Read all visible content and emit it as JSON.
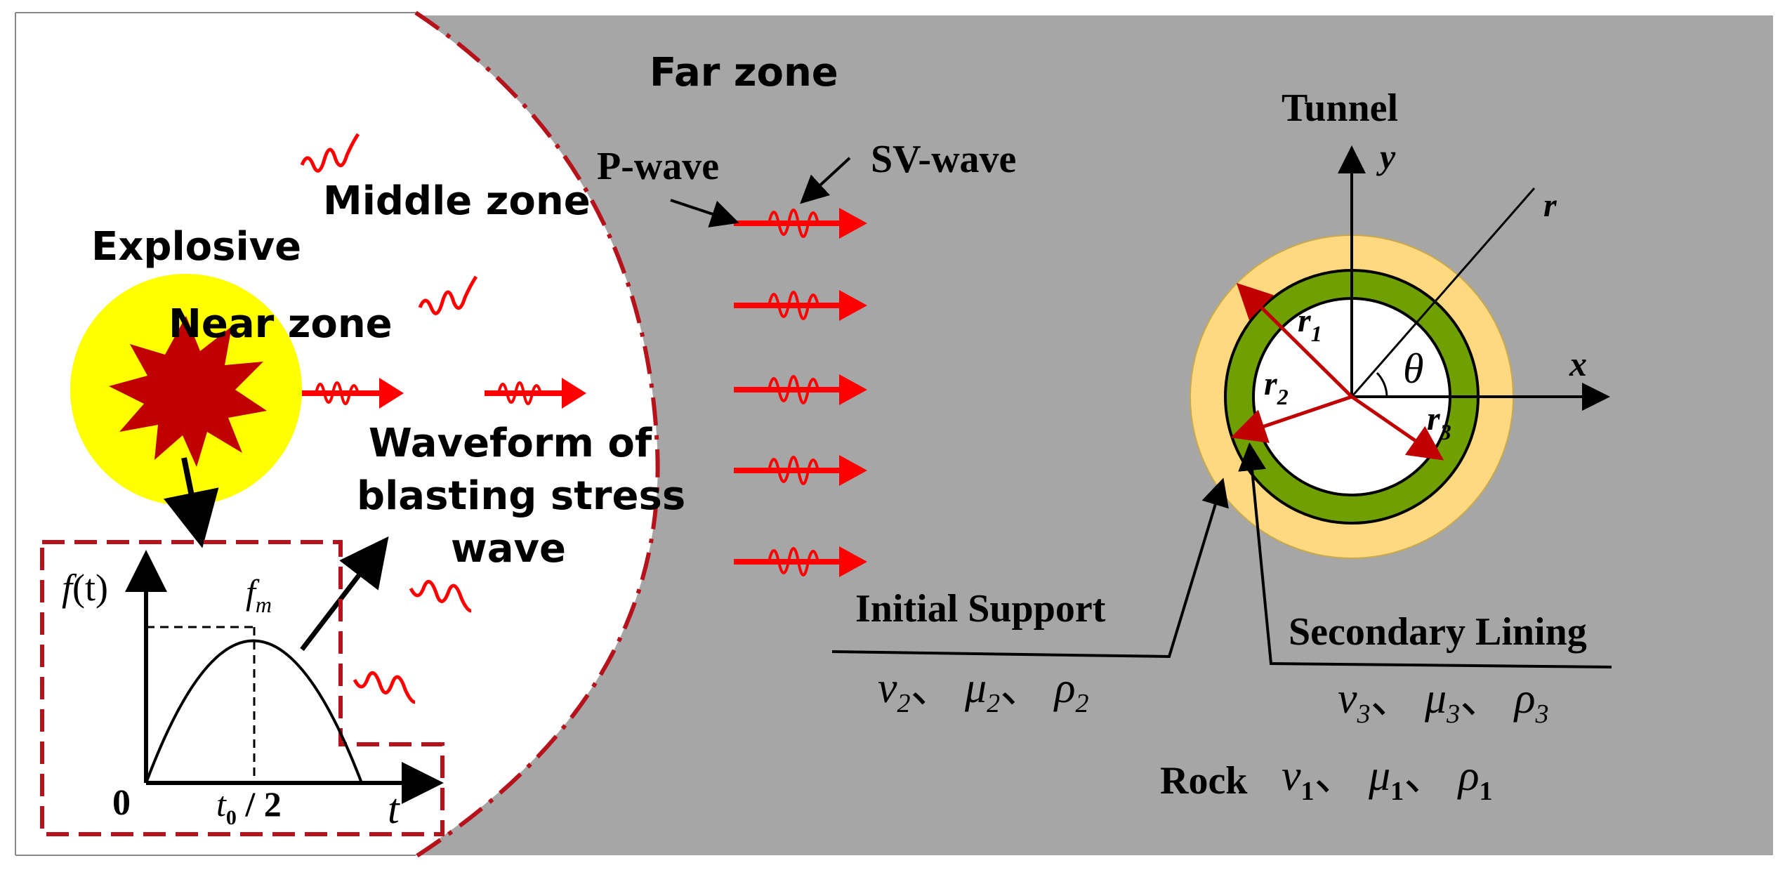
{
  "zones": {
    "far": "Far zone",
    "middle": "Middle zone",
    "near": "Near zone",
    "explosive": "Explosive"
  },
  "waves": {
    "p_wave": "P-wave",
    "sv_wave": "SV-wave"
  },
  "waveform_label": {
    "line1": "Waveform of",
    "line2": "blasting stress",
    "line3": "wave"
  },
  "graph": {
    "f_of_t": "f",
    "f_of_t_arg": "(t)",
    "fm": "f",
    "fm_sub": "m",
    "origin": "0",
    "t0": "t",
    "t0_sub": "0",
    "t0_div": " / 2",
    "t_axis": "t"
  },
  "tunnel": {
    "title": "Tunnel",
    "x_axis": "x",
    "y_axis": "y",
    "r": "r",
    "r1": "r",
    "r1_sub": "1",
    "r2": "r",
    "r2_sub": "2",
    "r3": "r",
    "r3_sub": "3",
    "theta": "θ"
  },
  "labels": {
    "initial_support": "Initial Support",
    "initial_support_params": [
      "ν",
      "2",
      "、 ",
      "μ",
      "2",
      "、 ",
      "ρ",
      "2"
    ],
    "secondary_lining": "Secondary Lining",
    "secondary_lining_params": [
      "ν",
      "3",
      "、 ",
      "μ",
      "3",
      "、 ",
      "ρ",
      "3"
    ],
    "rock": "Rock",
    "rock_params": [
      "ν",
      "1",
      "、 ",
      "μ",
      "1",
      "、 ",
      "ρ",
      "1"
    ]
  },
  "colors": {
    "rock_gray": "#a6a6a6",
    "boundary_red": "#b5121b",
    "wave_red": "#ff0000",
    "explosive_yellow": "#ffff00",
    "explosive_core": "#c00000",
    "initial_support": "#ffd97f",
    "secondary_lining": "#70a000"
  }
}
